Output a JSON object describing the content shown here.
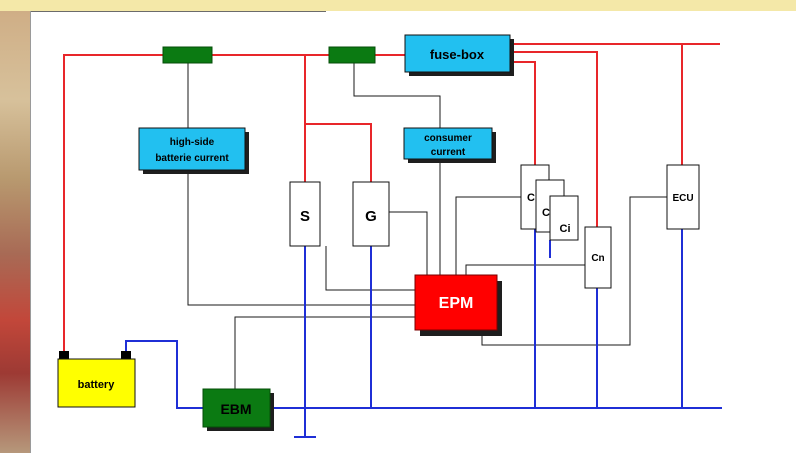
{
  "nodes": {
    "fuse_box": "fuse-box",
    "high_side_line1": "high-side",
    "high_side_line2": "batterie current",
    "consumer_line1": "consumer",
    "consumer_line2": "current",
    "starter": "S",
    "generator": "G",
    "consumer_c1": "C",
    "consumer_c2": "C",
    "consumer_ci": "Ci",
    "consumer_cn": "Cn",
    "ecu": "ECU",
    "epm": "EPM",
    "ebm": "EBM",
    "battery": "battery"
  },
  "colors": {
    "supply_line": "#e8262a",
    "ground_line": "#1f2fd6",
    "signal_line": "#1a1a1a",
    "sensor_box": "#22c0f0",
    "sensor_shunt": "#0b7a12",
    "epm_box": "#ff0000",
    "ebm_box": "#0b7a12",
    "battery_box": "#ffff00"
  }
}
